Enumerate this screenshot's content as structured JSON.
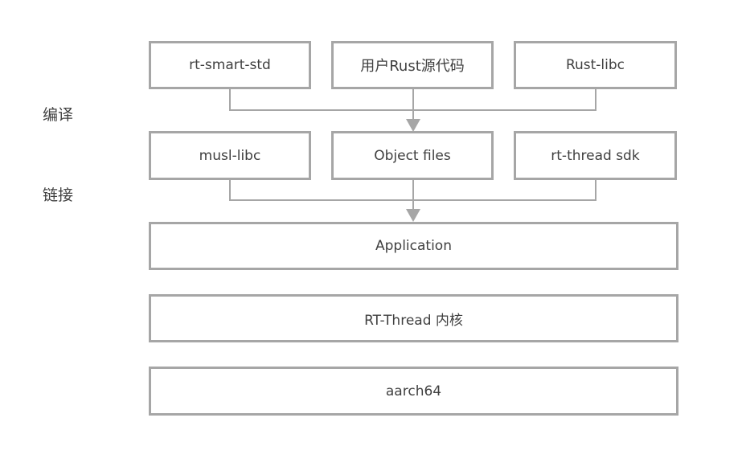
{
  "diagram": {
    "stage_labels": {
      "compile": "编译",
      "link": "链接"
    },
    "row1": [
      "rt-smart-std",
      "用户Rust源代码",
      "Rust-libc"
    ],
    "row2": [
      "musl-libc",
      "Object files",
      "rt-thread sdk"
    ],
    "layers": {
      "application": "Application",
      "kernel": "RT-Thread 内核",
      "arch": "aarch64"
    },
    "colors": {
      "border": "#a6a6a6",
      "text": "#404040",
      "connector": "#a6a6a6"
    }
  }
}
